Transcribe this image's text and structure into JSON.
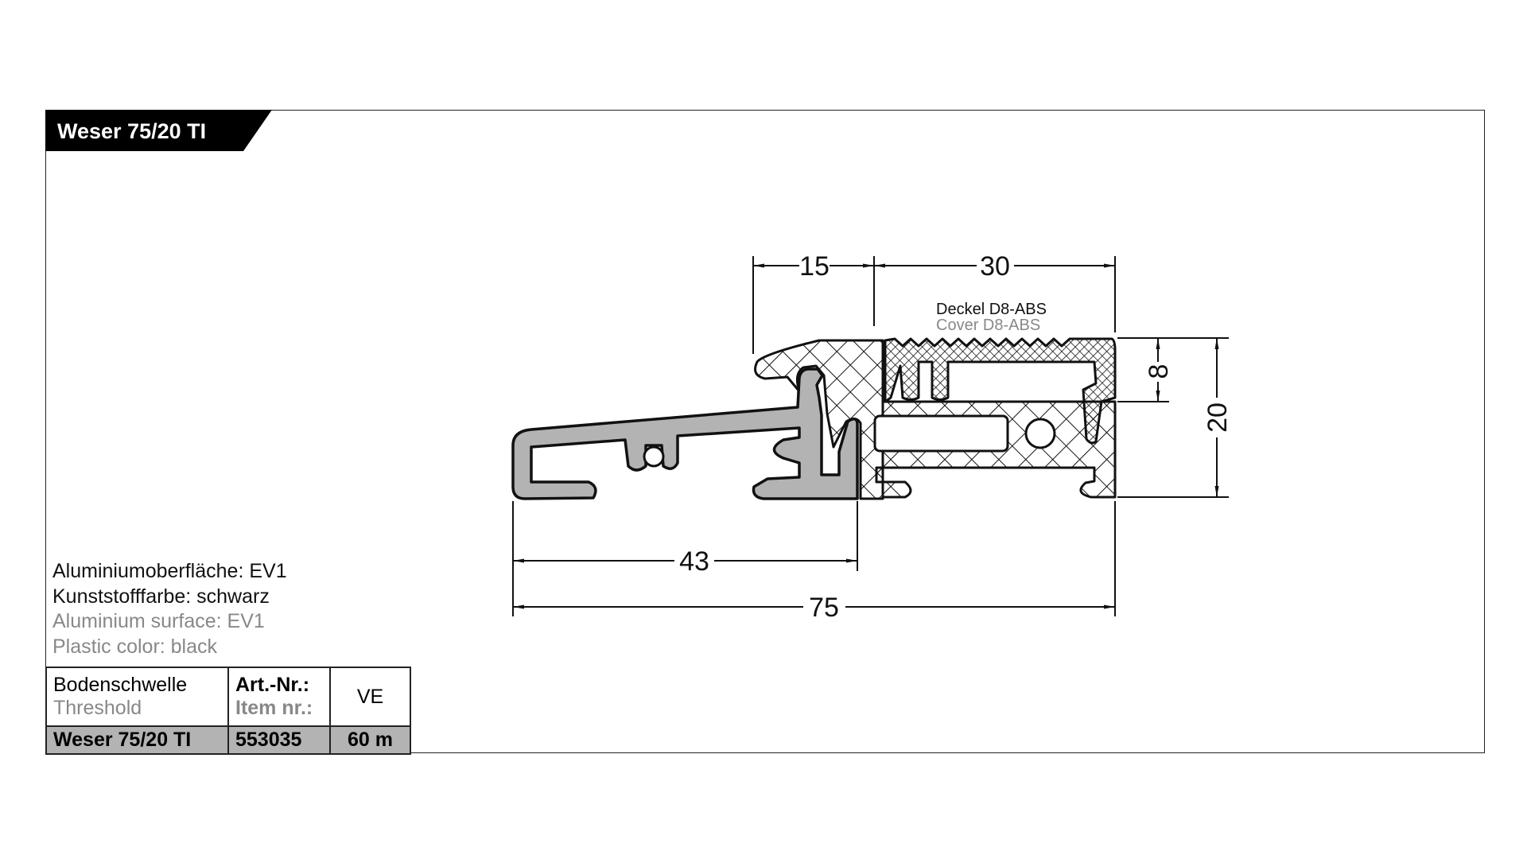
{
  "title": "Weser 75/20 TI",
  "specs": {
    "surface_de": "Aluminiumoberfläche: EV1",
    "color_de": "Kunststofffarbe: schwarz",
    "surface_en": "Aluminium surface: EV1",
    "color_en": "Plastic color: black"
  },
  "table": {
    "product_de": "Bodenschwelle",
    "product_en": "Threshold",
    "artnr_de": "Art.-Nr.:",
    "artnr_en": "Item nr.:",
    "ve_label": "VE",
    "name": "Weser 75/20 TI",
    "artnr": "553035",
    "ve": "60 m"
  },
  "drawing": {
    "cover_de": "Deckel D8-ABS",
    "cover_en": "Cover D8-ABS",
    "dimensions": {
      "d15": "15",
      "d30": "30",
      "d43": "43",
      "d75": "75",
      "d8": "8",
      "d20": "20"
    }
  },
  "colors": {
    "aluminium": "#b3b3b3",
    "line": "#111111",
    "secondary_text": "#888888"
  }
}
